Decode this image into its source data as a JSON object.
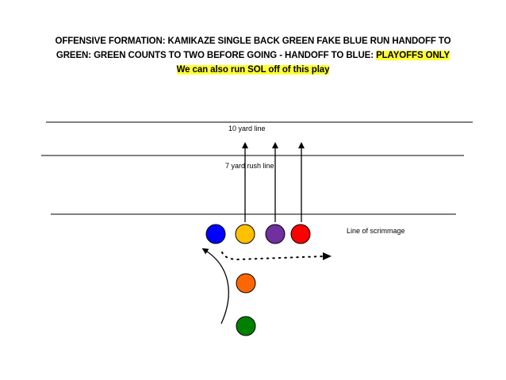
{
  "title": {
    "line1": "OFFENSIVE FORMATION: KAMIKAZE SINGLE BACK GREEN FAKE BLUE RUN HANDOFF TO",
    "line2_main": "GREEN: GREEN COUNTS TO TWO BEFORE GOING - HANDOFF TO BLUE: ",
    "line2_highlight": "PLAYOFFS ONLY",
    "line3_highlight": "We can also run SOL off of this play"
  },
  "labels": {
    "ten_yard": "10 yard line",
    "seven_yard": "7 yard rush line",
    "scrimmage": "Line of scrimmage"
  },
  "players": [
    {
      "name": "blue",
      "color": "#0000ff"
    },
    {
      "name": "yellow",
      "color": "#ffc000"
    },
    {
      "name": "purple",
      "color": "#7030a0"
    },
    {
      "name": "red",
      "color": "#ff0000"
    },
    {
      "name": "orange",
      "color": "#ff6600"
    },
    {
      "name": "green",
      "color": "#008000"
    }
  ],
  "colors": {
    "highlight": "#ffff33",
    "lines": "#000000"
  }
}
